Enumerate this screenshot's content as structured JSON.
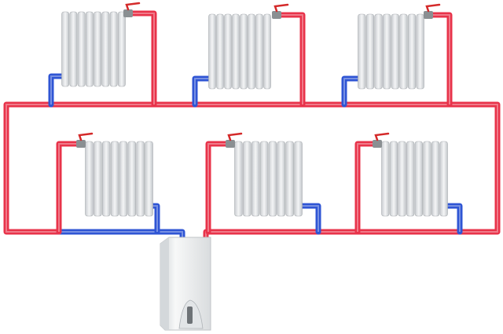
{
  "diagram": {
    "colors": {
      "supply_pipe": "#e8334a",
      "return_pipe": "#2f55d4",
      "radiator": "#e6e8ea",
      "valve": "#8a8f92",
      "valve_handle": "#d42a2a",
      "boiler": "#eef0f1"
    },
    "radiators": [
      {
        "id": "top-1",
        "row": "upper"
      },
      {
        "id": "top-2",
        "row": "upper"
      },
      {
        "id": "top-3",
        "row": "upper"
      },
      {
        "id": "bottom-1",
        "row": "lower"
      },
      {
        "id": "bottom-2",
        "row": "lower"
      },
      {
        "id": "bottom-3",
        "row": "lower"
      }
    ],
    "boiler": {
      "icon": "wall-mounted-gas-boiler"
    }
  }
}
